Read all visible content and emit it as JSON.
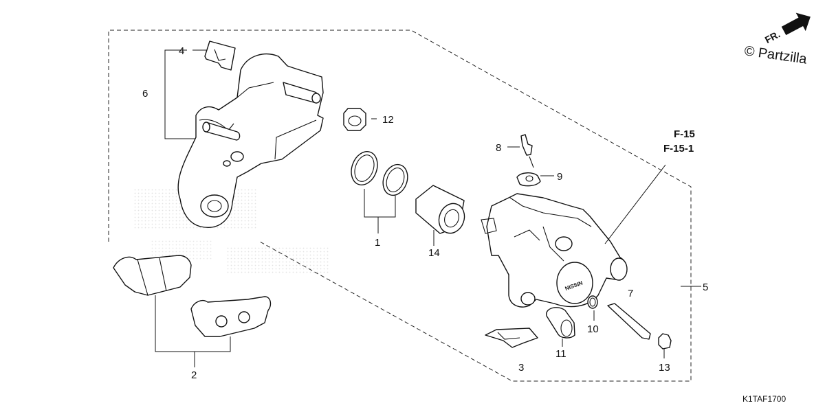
{
  "watermark": {
    "text": "© Partzilla",
    "direction_label": "FR."
  },
  "diagram_code": "K1TAF1700",
  "reference": {
    "line1": "F-15",
    "line2": "F-15-1"
  },
  "callouts": {
    "c1": "1",
    "c2": "2",
    "c3": "3",
    "c4": "4",
    "c5": "5",
    "c6": "6",
    "c7": "7",
    "c8": "8",
    "c9": "9",
    "c10": "10",
    "c11": "11",
    "c12": "12",
    "c13": "13",
    "c14": "14"
  },
  "caliper_marking": "NISSIN",
  "icons": {
    "direction_arrow": "arrow-icon"
  }
}
